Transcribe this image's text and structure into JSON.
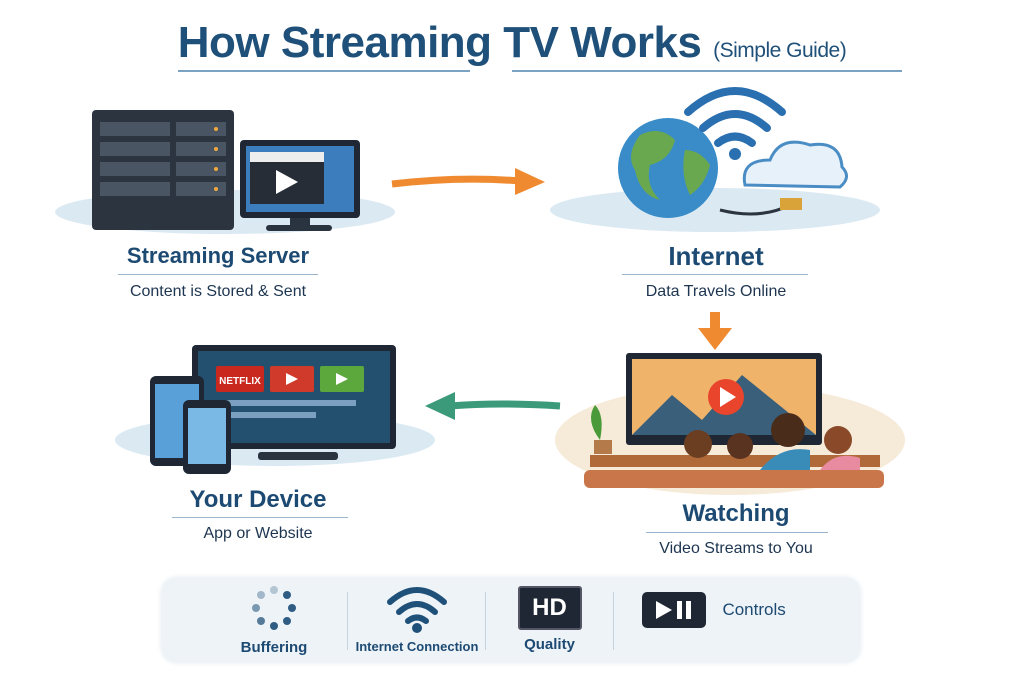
{
  "title": {
    "main": "How Streaming TV Works",
    "sub": "(Simple Guide)"
  },
  "steps": [
    {
      "label": "Streaming Server",
      "desc": "Content is Stored & Sent"
    },
    {
      "label": "Internet",
      "desc": "Data Travels Online"
    },
    {
      "label": "Your Device",
      "desc": "App or Website",
      "apps": [
        "NETFLIX"
      ]
    },
    {
      "label": "Watching",
      "desc": "Video Streams to You"
    }
  ],
  "legend": [
    {
      "label": "Buffering",
      "icon": "loading-spinner-icon"
    },
    {
      "label": "Internet Connection",
      "icon": "wifi-icon"
    },
    {
      "label": "Quality",
      "icon": "hd-icon",
      "badge": "HD"
    },
    {
      "label": "Controls",
      "icon": "play-pause-icon"
    }
  ],
  "colors": {
    "title": "#1f5079",
    "arrow_orange": "#f08a30",
    "arrow_green": "#3a9a7a",
    "legend_bg": "#eef3f8"
  }
}
